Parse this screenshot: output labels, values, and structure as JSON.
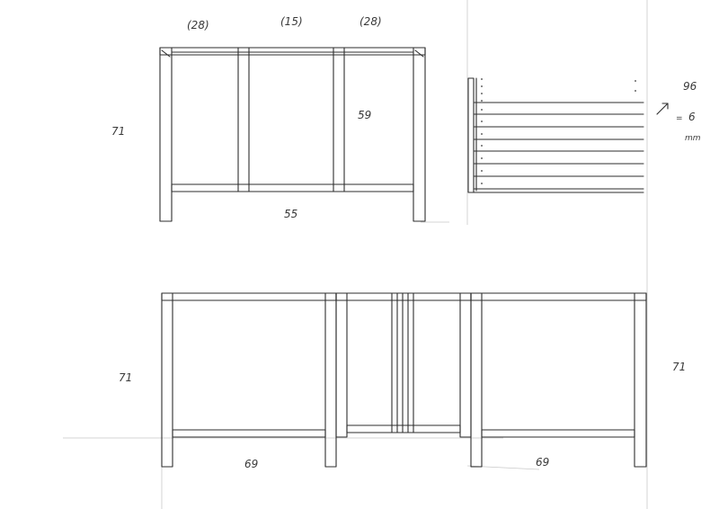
{
  "front_view": {
    "top_labels": [
      "(28)",
      "(15)",
      "(28)"
    ],
    "height_label": "71",
    "inner_height_label": "59",
    "width_label": "55"
  },
  "side_view": {
    "count_label": "96",
    "thickness_label": "6",
    "unit_label": "mm"
  },
  "long_view": {
    "left_height_label": "71",
    "right_height_label": "71",
    "left_width_label": "69",
    "right_width_label": "69"
  }
}
